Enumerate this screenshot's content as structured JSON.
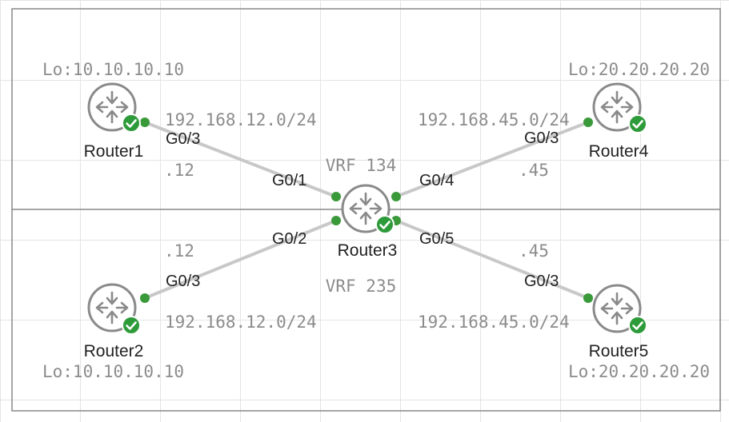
{
  "colors": {
    "link": "#c8c8c8",
    "port": "#3a9a3a",
    "status_ok": "#2e9b3a",
    "router_stroke": "#8a8a8a",
    "frame": "#888888"
  },
  "vrfs": [
    {
      "label": "VRF 134"
    },
    {
      "label": "VRF 235"
    }
  ],
  "routers": [
    {
      "id": "r1",
      "name": "Router1",
      "icon": "router-icon",
      "status": "check-icon",
      "loopback": "Lo:10.10.10.10"
    },
    {
      "id": "r2",
      "name": "Router2",
      "icon": "router-icon",
      "status": "check-icon",
      "loopback": "Lo:10.10.10.10"
    },
    {
      "id": "r3",
      "name": "Router3",
      "icon": "router-icon",
      "status": "check-icon",
      "loopback": ""
    },
    {
      "id": "r4",
      "name": "Router4",
      "icon": "router-icon",
      "status": "check-icon",
      "loopback": "Lo:20.20.20.20"
    },
    {
      "id": "r5",
      "name": "Router5",
      "icon": "router-icon",
      "status": "check-icon",
      "loopback": "Lo:20.20.20.20"
    }
  ],
  "links": [
    {
      "a": "r1",
      "a_intf": "G0/3",
      "b": "r3",
      "b_intf": "G0/1",
      "subnet": "192.168.12.0/24",
      "host": ".12"
    },
    {
      "a": "r2",
      "a_intf": "G0/3",
      "b": "r3",
      "b_intf": "G0/2",
      "subnet": "192.168.12.0/24",
      "host": ".12"
    },
    {
      "a": "r4",
      "a_intf": "G0/3",
      "b": "r3",
      "b_intf": "G0/4",
      "subnet": "192.168.45.0/24",
      "host": ".45"
    },
    {
      "a": "r5",
      "a_intf": "G0/3",
      "b": "r3",
      "b_intf": "G0/5",
      "subnet": "192.168.45.0/24",
      "host": ".45"
    }
  ]
}
